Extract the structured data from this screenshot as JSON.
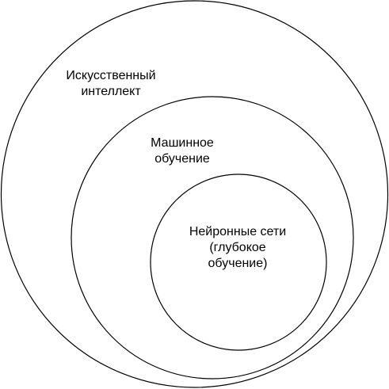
{
  "diagram": {
    "circles": [
      {
        "id": "artificial-intelligence",
        "label_lines": [
          "Искусственный",
          "интеллект"
        ]
      },
      {
        "id": "machine-learning",
        "label_lines": [
          "Машинное",
          "обучение"
        ]
      },
      {
        "id": "neural-networks",
        "label_lines": [
          "Нейронные сети",
          "(глубокое",
          "обучение)"
        ]
      }
    ]
  }
}
